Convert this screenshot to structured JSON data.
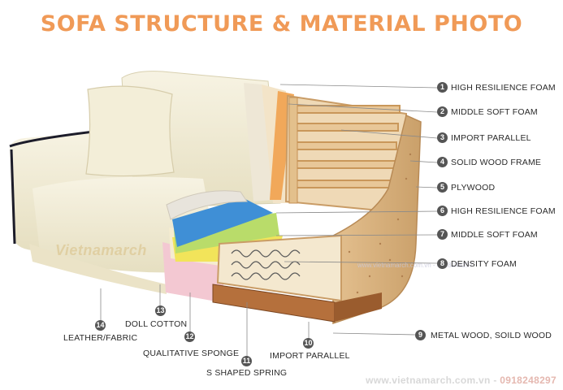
{
  "title": "SOFA STRUCTURE & MATERIAL PHOTO",
  "watermark": {
    "logo": "Vietnamarch",
    "line": "www.vietnamarch.com.vn - 0918248297"
  },
  "footer": {
    "website": "www.vietnamarch.com.vn",
    "phone": "0918248297"
  },
  "colors": {
    "title": "#f09a57",
    "callout_circle": "#555555",
    "leather": "#f1ecd6",
    "foam_blue": "#3f8fd6",
    "foam_green": "#b9dc6a",
    "foam_yellow": "#f2e45a",
    "foam_pink": "#f3c8d2",
    "wood": "#e9c99c",
    "frame_board": "#ddb98a",
    "base_wood": "#b5703c"
  },
  "callouts_right": [
    {
      "num": "1",
      "label": "HIGH RESILIENCE FOAM"
    },
    {
      "num": "2",
      "label": "MIDDLE SOFT FOAM"
    },
    {
      "num": "3",
      "label": "IMPORT PARALLEL"
    },
    {
      "num": "4",
      "label": "SOLID WOOD FRAME"
    },
    {
      "num": "5",
      "label": "PLYWOOD"
    },
    {
      "num": "6",
      "label": "HIGH RESILIENCE FOAM"
    },
    {
      "num": "7",
      "label": "MIDDLE SOFT FOAM"
    },
    {
      "num": "8",
      "label": "DENSITY FOAM"
    },
    {
      "num": "9",
      "label": "METAL WOOD, SOILD WOOD"
    }
  ],
  "callouts_bottom": [
    {
      "num": "10",
      "label": "IMPORT PARALLEL"
    },
    {
      "num": "11",
      "label": "S SHAPED SPRING"
    },
    {
      "num": "12",
      "label": "QUALITATIVE SPONGE"
    },
    {
      "num": "13",
      "label": "DOLL COTTON"
    },
    {
      "num": "14",
      "label": "LEATHER/FABRIC"
    }
  ]
}
